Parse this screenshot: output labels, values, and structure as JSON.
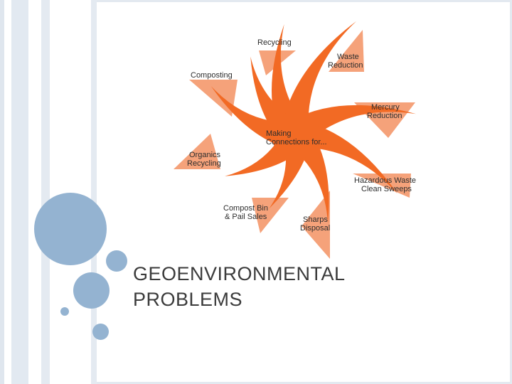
{
  "slide": {
    "title_line1": "GEOENVIRONMENTAL",
    "title_line2": "PROBLEMS"
  },
  "diagram": {
    "center_line1": "Making",
    "center_line2": "Connections for...",
    "labels": {
      "recycling": [
        "Recycling"
      ],
      "waste_reduction": [
        "Waste",
        "Reduction"
      ],
      "mercury_reduction": [
        "Mercury",
        "Reduction"
      ],
      "hazardous_waste": [
        "Hazardous Waste",
        "Clean Sweeps"
      ],
      "sharps_disposal": [
        "Sharps",
        "Disposal"
      ],
      "compost_bin": [
        "Compost Bin",
        "& Pail Sales"
      ],
      "organics_recycling": [
        "Organics",
        "Recycling"
      ],
      "composting": [
        "Composting"
      ]
    }
  },
  "colors": {
    "swirl": "#f26a24",
    "triangles": "#f5a27a",
    "circles": "#94b3d1"
  }
}
